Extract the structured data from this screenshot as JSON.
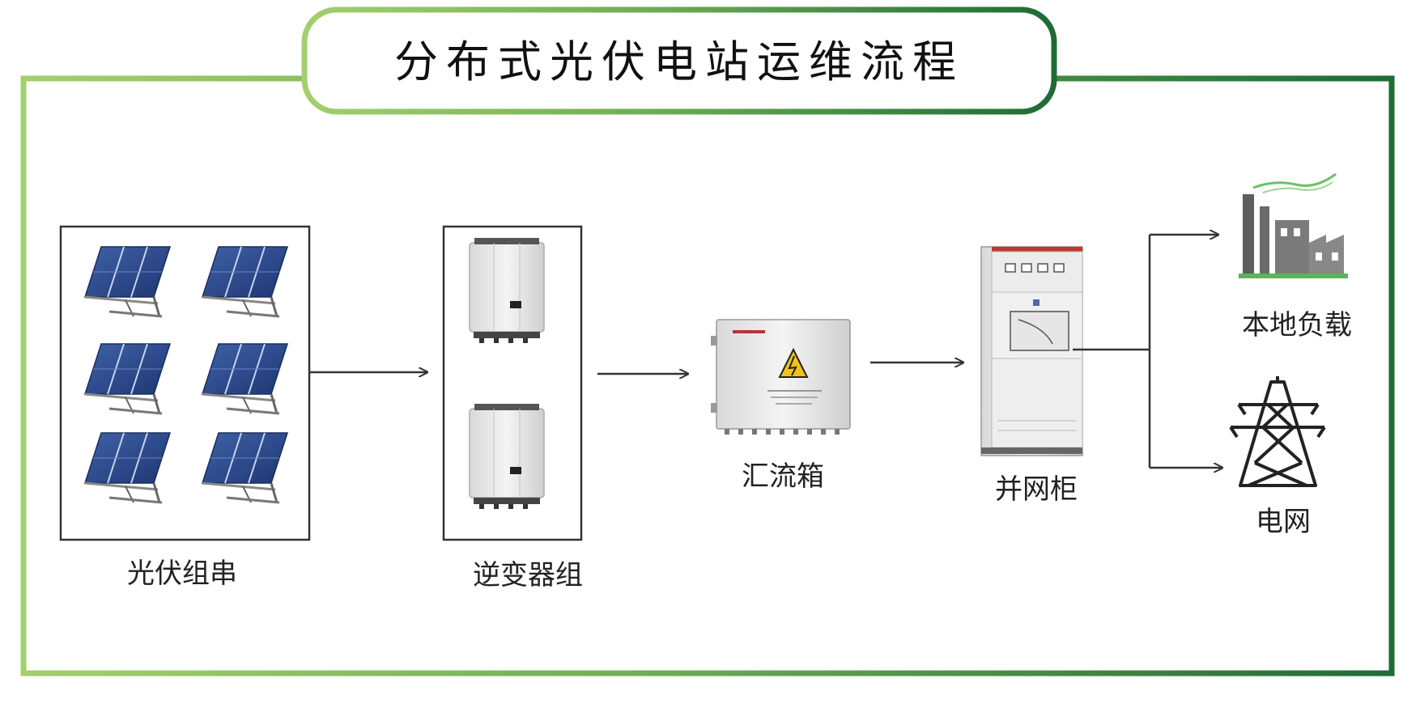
{
  "title": "分布式光伏电站运维流程",
  "colors": {
    "frame_light": "#9cc96b",
    "frame_dark": "#1f6b35",
    "panel_blue": "#2c4a8f",
    "arrow": "#333333"
  },
  "nodes": {
    "pv_strings": {
      "label": "光伏组串",
      "icon": "solar-panel-icon"
    },
    "inverters": {
      "label": "逆变器组",
      "icon": "inverter-icon"
    },
    "combiner_box": {
      "label": "汇流箱",
      "icon": "combiner-box-icon"
    },
    "grid_cabinet": {
      "label": "并网柜",
      "icon": "grid-cabinet-icon"
    },
    "local_load": {
      "label": "本地负载",
      "icon": "factory-icon"
    },
    "power_grid": {
      "label": "电网",
      "icon": "transmission-tower-icon"
    }
  }
}
